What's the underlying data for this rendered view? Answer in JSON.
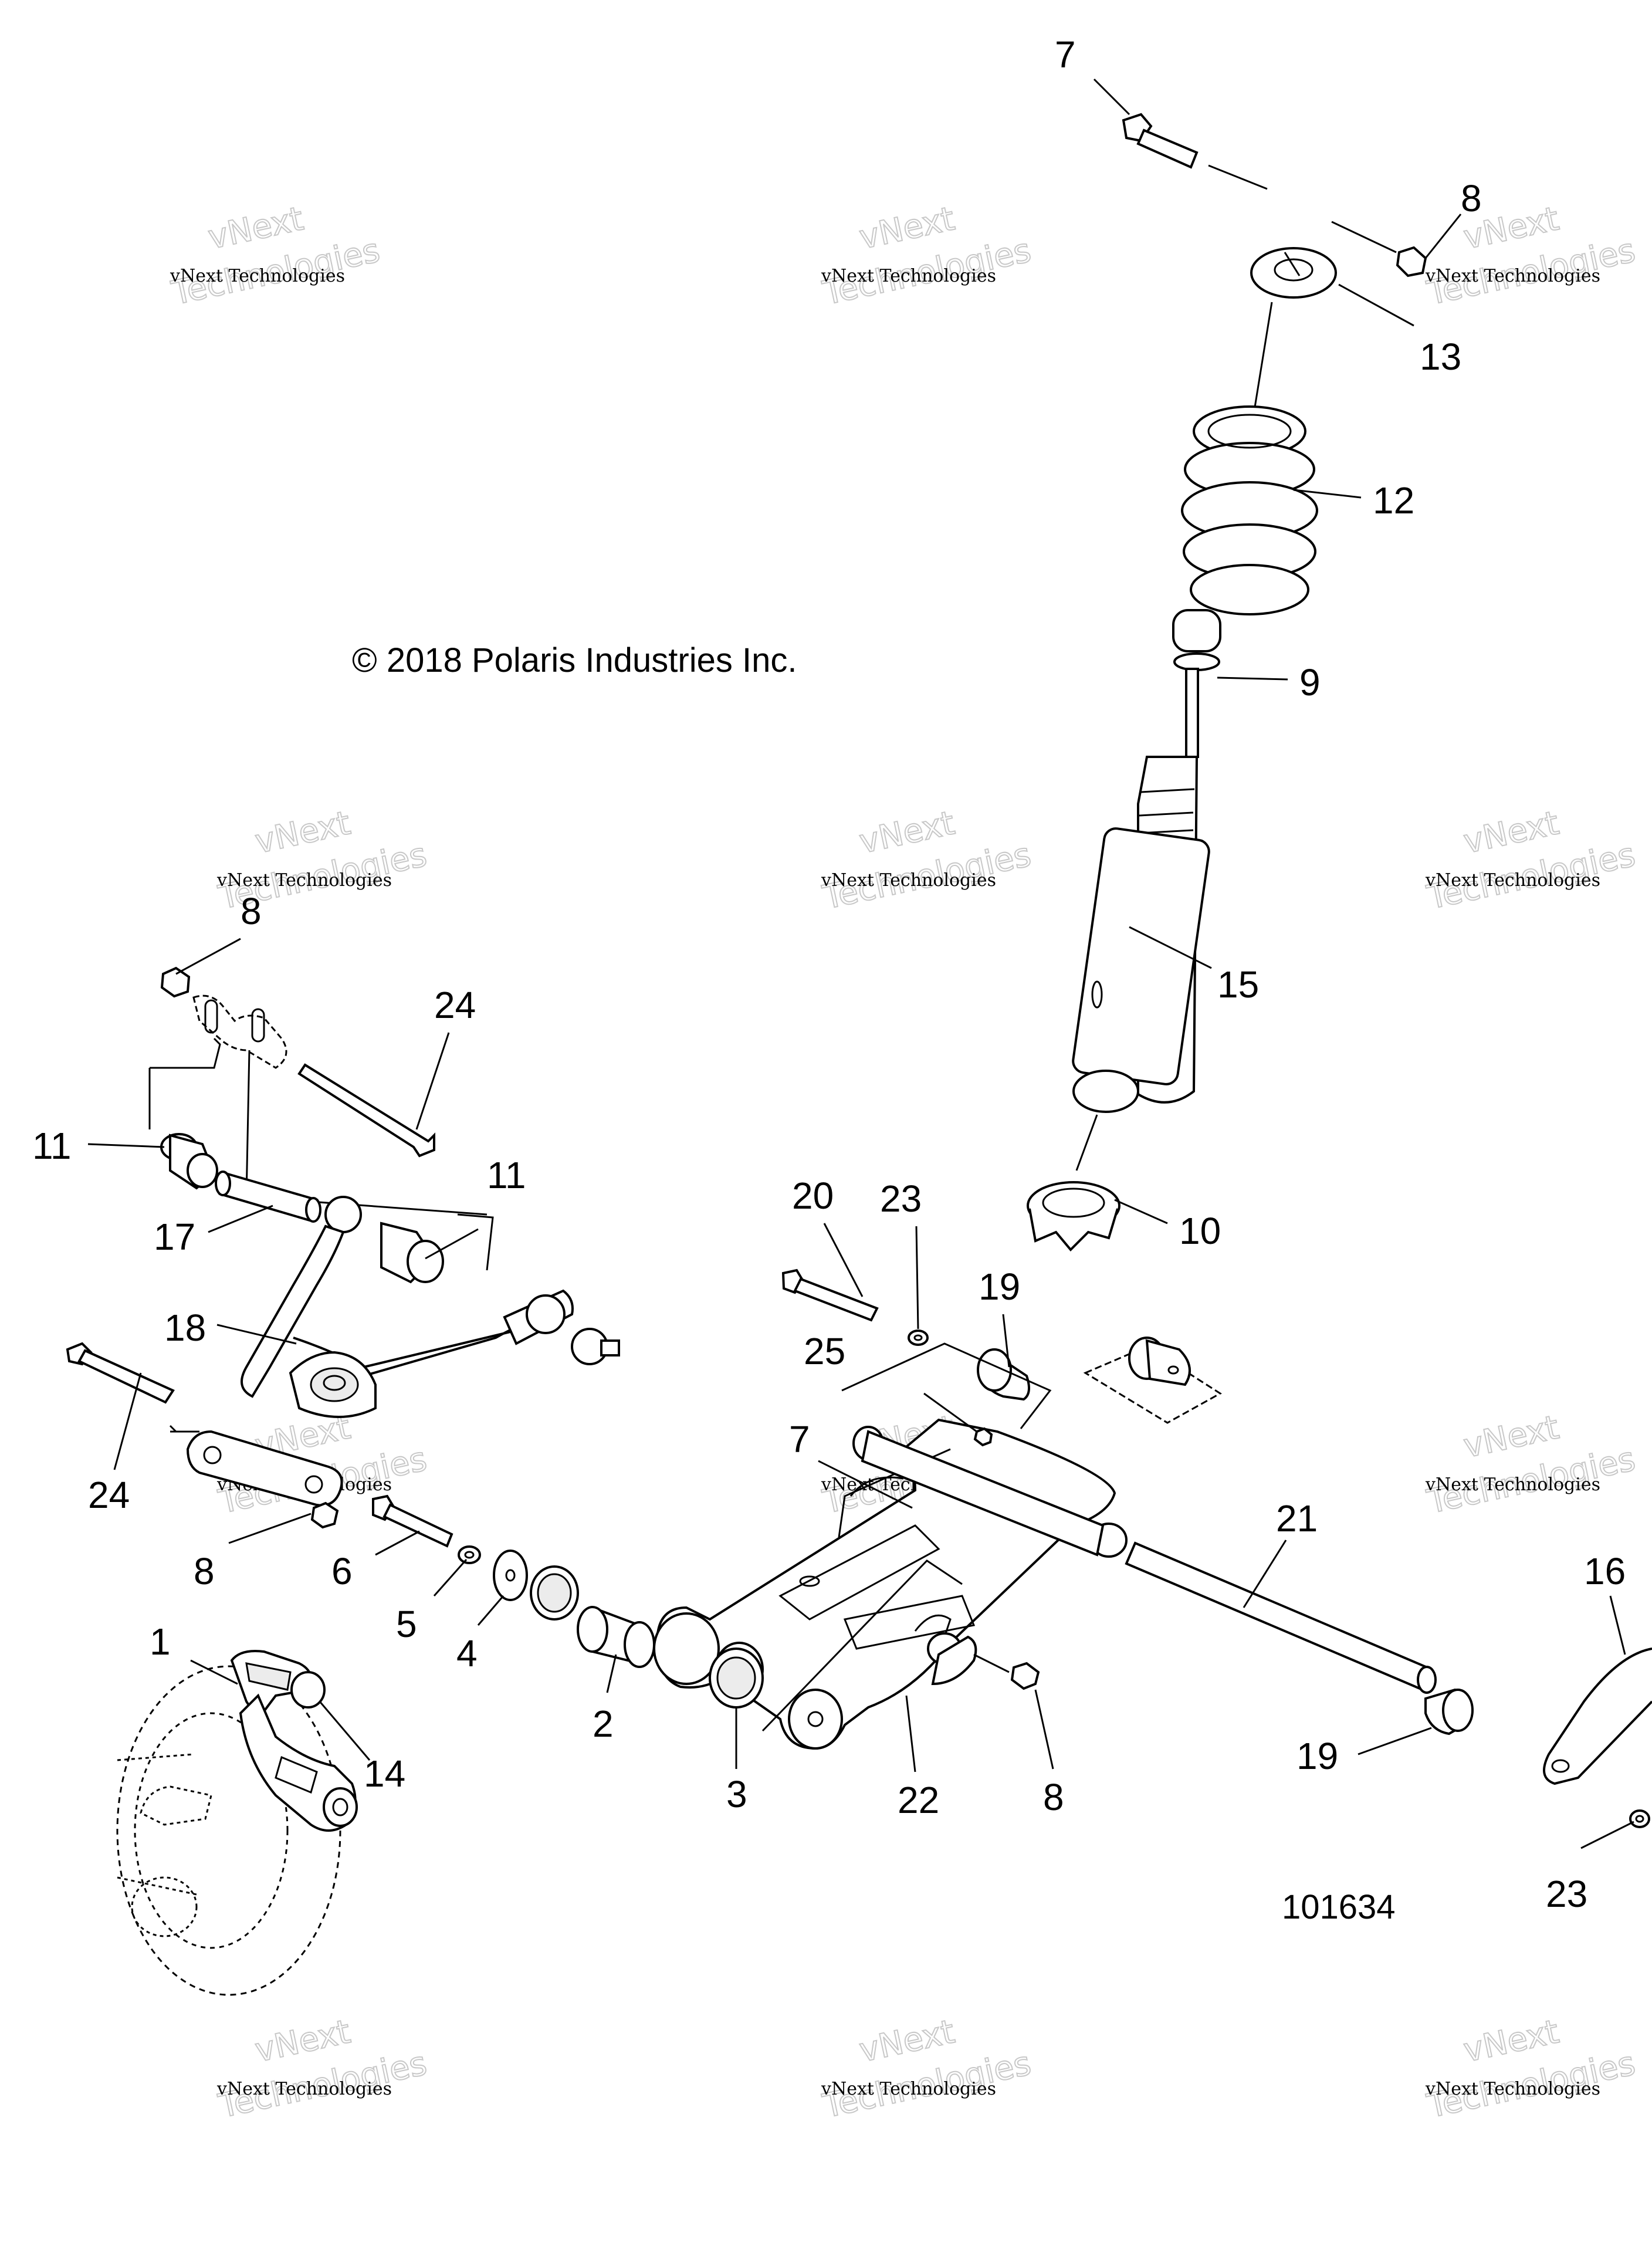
{
  "copyright": "© 2018 Polaris Industries Inc.",
  "diagram_number": "101634",
  "watermark": {
    "line1": "vNext Technologies",
    "line2": "vNext",
    "line3": "Technologies"
  },
  "callouts": [
    {
      "id": "c7a",
      "label": "7"
    },
    {
      "id": "c8a",
      "label": "8"
    },
    {
      "id": "c13",
      "label": "13"
    },
    {
      "id": "c12",
      "label": "12"
    },
    {
      "id": "c9",
      "label": "9"
    },
    {
      "id": "c15",
      "label": "15"
    },
    {
      "id": "c10",
      "label": "10"
    },
    {
      "id": "c8b",
      "label": "8"
    },
    {
      "id": "c24a",
      "label": "24"
    },
    {
      "id": "c11a",
      "label": "11"
    },
    {
      "id": "c11b",
      "label": "11"
    },
    {
      "id": "c17",
      "label": "17"
    },
    {
      "id": "c18",
      "label": "18"
    },
    {
      "id": "c24b",
      "label": "24"
    },
    {
      "id": "c8c",
      "label": "8"
    },
    {
      "id": "c6",
      "label": "6"
    },
    {
      "id": "c5",
      "label": "5"
    },
    {
      "id": "c4",
      "label": "4"
    },
    {
      "id": "c2",
      "label": "2"
    },
    {
      "id": "c3",
      "label": "3"
    },
    {
      "id": "c22",
      "label": "22"
    },
    {
      "id": "c8d",
      "label": "8"
    },
    {
      "id": "c1",
      "label": "1"
    },
    {
      "id": "c14",
      "label": "14"
    },
    {
      "id": "c20",
      "label": "20"
    },
    {
      "id": "c23a",
      "label": "23"
    },
    {
      "id": "c19a",
      "label": "19"
    },
    {
      "id": "c25",
      "label": "25"
    },
    {
      "id": "c7b",
      "label": "7"
    },
    {
      "id": "c21",
      "label": "21"
    },
    {
      "id": "c19b",
      "label": "19"
    },
    {
      "id": "c16",
      "label": "16"
    },
    {
      "id": "c23b",
      "label": "23"
    }
  ]
}
